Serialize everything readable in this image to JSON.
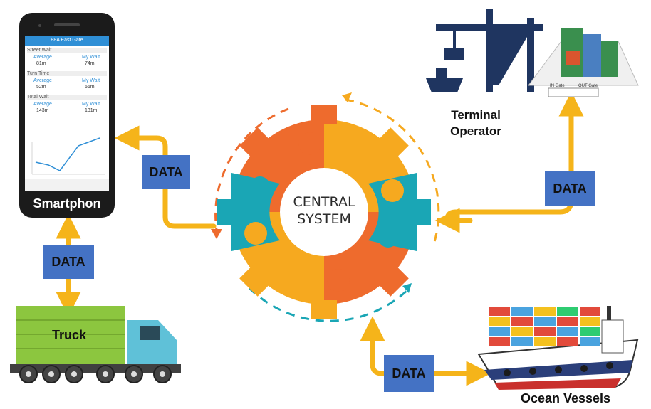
{
  "central": {
    "line1": "CENTRAL",
    "line2": "SYSTEM"
  },
  "nodes": {
    "smartphone": "Smartphon",
    "truck": "Truck",
    "terminal_line1": "Terminal",
    "terminal_line2": "Operator",
    "vessels": "Ocean Vessels"
  },
  "data_label": "DATA",
  "phone_screen": {
    "header": "88A East Gate",
    "sections": [
      {
        "title": "Street Wait",
        "left_label": "Average",
        "right_label": "My Wait",
        "left_value": "81m",
        "right_value": "74m"
      },
      {
        "title": "Turn Time",
        "left_label": "Average",
        "right_label": "My Wait",
        "left_value": "52m",
        "right_value": "56m"
      },
      {
        "title": "Total Wait",
        "left_label": "Average",
        "right_label": "My Wait",
        "left_value": "143m",
        "right_value": "131m"
      }
    ]
  },
  "terminal_gates": {
    "in_gate": "IN Gate",
    "out_gate": "OUT Gate"
  },
  "colors": {
    "arrow": "#f5b41a",
    "data_box": "#4472c4",
    "gear_orange": "#ee6b2d",
    "gear_yellow": "#f6a91f",
    "gear_teal": "#1aa6b5",
    "crane": "#1f3560",
    "truck_green": "#8cc63f",
    "truck_cab": "#5fc1d8"
  }
}
